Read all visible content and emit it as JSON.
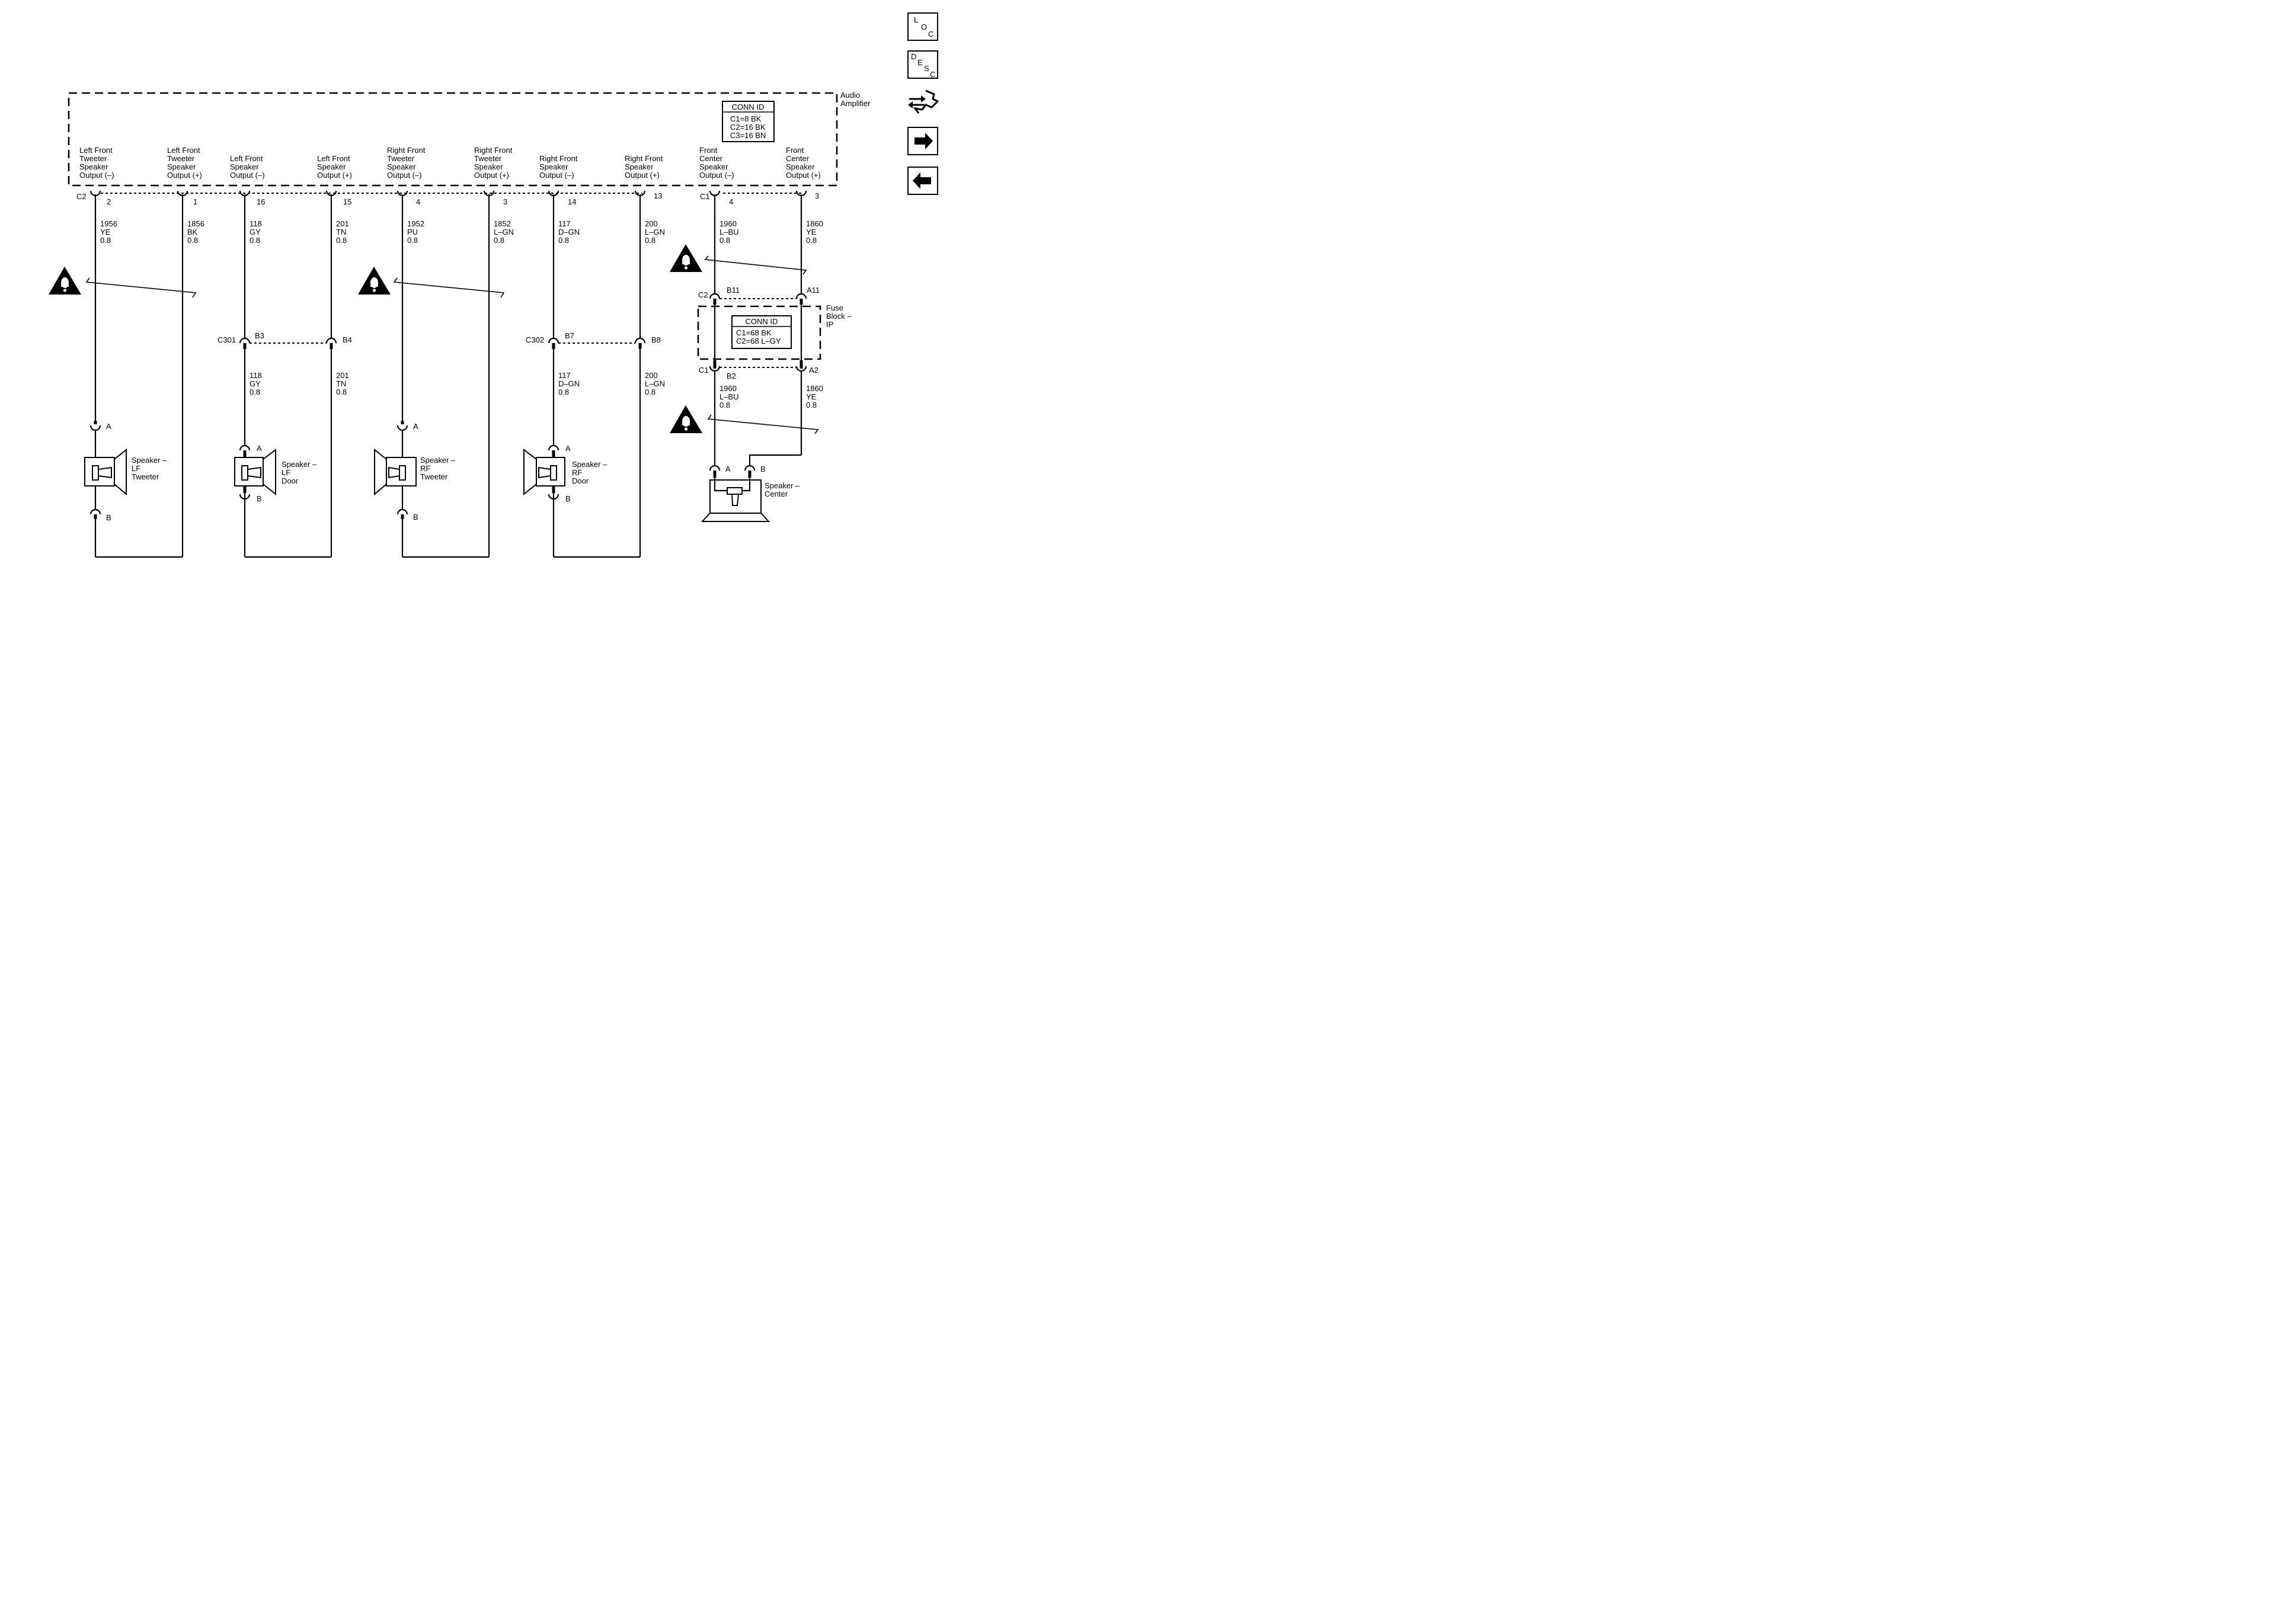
{
  "amplifier": {
    "name_line1": "Audio",
    "name_line2": "Amplifier",
    "conn_id": {
      "title": "CONN ID",
      "lines": [
        "C1=8 BK",
        "C2=16 BK",
        "C3=16 BN"
      ]
    },
    "outputs": [
      [
        "Left Front",
        "Tweeter",
        "Speaker",
        "Output (–)"
      ],
      [
        "Left Front",
        "Tweeter",
        "Speaker",
        "Output (+)"
      ],
      [
        "Left Front",
        "Speaker",
        "Output (–)"
      ],
      [
        "Left Front",
        "Speaker",
        "Output (+)"
      ],
      [
        "Right Front",
        "Tweeter",
        "Speaker",
        "Output (–)"
      ],
      [
        "Right Front",
        "Tweeter",
        "Speaker",
        "Output (+)"
      ],
      [
        "Right Front",
        "Speaker",
        "Output (–)"
      ],
      [
        "Right Front",
        "Speaker",
        "Output (+)"
      ],
      [
        "Front",
        "Center",
        "Speaker",
        "Output (–)"
      ],
      [
        "Front",
        "Center",
        "Speaker",
        "Output (+)"
      ]
    ],
    "connector_c2": "C2",
    "connector_c1": "C1",
    "pins": [
      "2",
      "1",
      "16",
      "15",
      "4",
      "3",
      "14",
      "13",
      "4",
      "3"
    ]
  },
  "wires_upper": [
    [
      "1956",
      "YE",
      "0.8"
    ],
    [
      "1856",
      "BK",
      "0.8"
    ],
    [
      "118",
      "GY",
      "0.8"
    ],
    [
      "201",
      "TN",
      "0.8"
    ],
    [
      "1952",
      "PU",
      "0.8"
    ],
    [
      "1852",
      "L–GN",
      "0.8"
    ],
    [
      "117",
      "D–GN",
      "0.8"
    ],
    [
      "200",
      "L–GN",
      "0.8"
    ],
    [
      "1960",
      "L–BU",
      "0.8"
    ],
    [
      "1860",
      "YE",
      "0.8"
    ]
  ],
  "inline_connectors": {
    "c301": {
      "name": "C301",
      "pin_left": "B3",
      "pin_right": "B4"
    },
    "c302": {
      "name": "C302",
      "pin_left": "B7",
      "pin_right": "B8"
    }
  },
  "wires_lower": [
    [
      "118",
      "GY",
      "0.8"
    ],
    [
      "201",
      "TN",
      "0.8"
    ],
    [
      "117",
      "D–GN",
      "0.8"
    ],
    [
      "200",
      "L–GN",
      "0.8"
    ],
    [
      "1960",
      "L–BU",
      "0.8"
    ],
    [
      "1860",
      "YE",
      "0.8"
    ]
  ],
  "fuse_block": {
    "name_line1": "Fuse",
    "name_line2": "Block –",
    "name_line3": "IP",
    "conn_id": {
      "title": "CONN ID",
      "lines": [
        "C1=68 BK",
        "C2=68 L–GY"
      ]
    },
    "top_connector": "C2",
    "top_pin_left": "B11",
    "top_pin_right": "A11",
    "bottom_connector": "C1",
    "bottom_pin_left": "B2",
    "bottom_pin_right": "A2"
  },
  "speakers": [
    {
      "lines": [
        "Speaker –",
        "LF",
        "Tweeter"
      ],
      "pin_a": "A",
      "pin_b": "B"
    },
    {
      "lines": [
        "Speaker –",
        "LF",
        "Door"
      ],
      "pin_a": "A",
      "pin_b": "B"
    },
    {
      "lines": [
        "Speaker –",
        "RF",
        "Tweeter"
      ],
      "pin_a": "A",
      "pin_b": "B"
    },
    {
      "lines": [
        "Speaker –",
        "RF",
        "Door"
      ],
      "pin_a": "A",
      "pin_b": "B"
    },
    {
      "lines": [
        "Speaker –",
        "Center"
      ],
      "pin_a": "A",
      "pin_b": "B"
    }
  ],
  "nav": {
    "loc": [
      "L",
      "O",
      "C"
    ],
    "desc": [
      "D",
      "E",
      "S",
      "C"
    ],
    "icons": [
      "harness-route-icon",
      "arrow-right-icon",
      "arrow-left-icon"
    ]
  }
}
